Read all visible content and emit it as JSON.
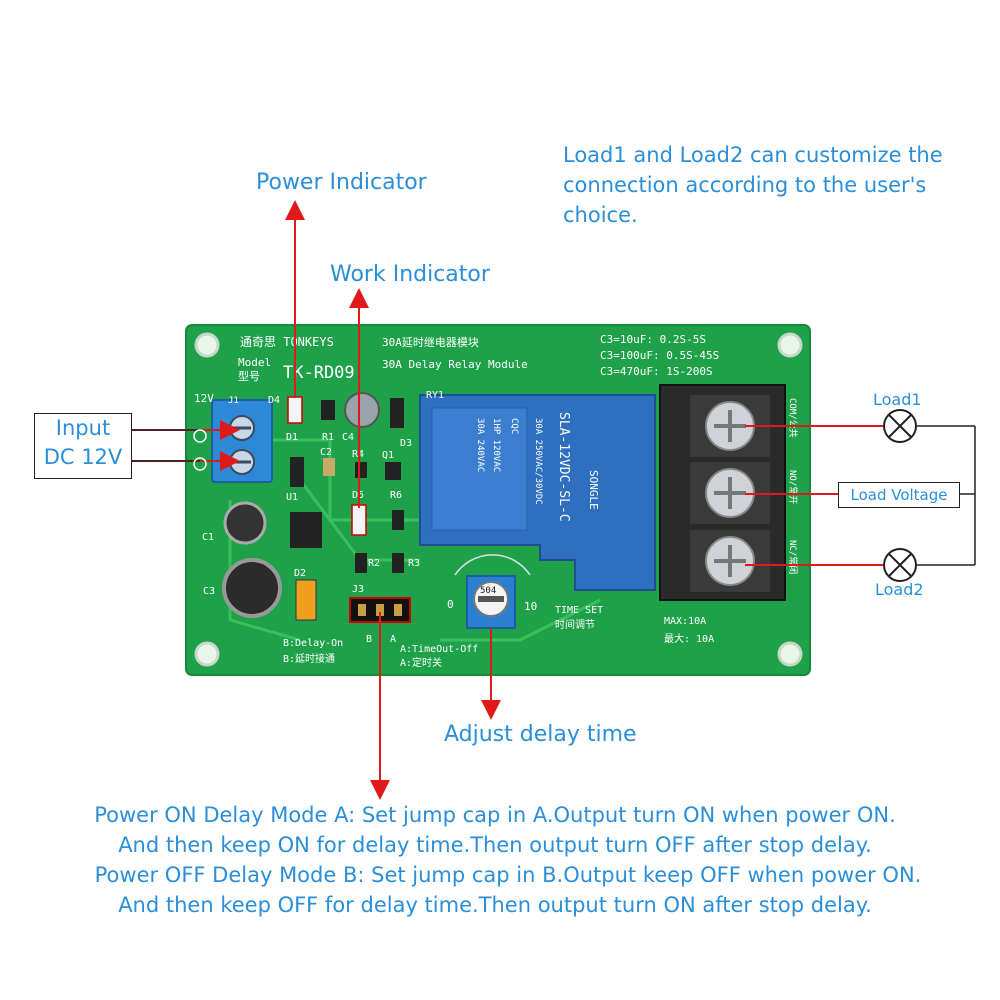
{
  "annotations": {
    "power_indicator": "Power Indicator",
    "work_indicator": "Work Indicator",
    "load_note_lines": [
      "Load1 and Load2 can customize the",
      "connection according to the user's",
      "choice."
    ],
    "input_line1": "Input",
    "input_line2": "DC 12V",
    "load1": "Load1",
    "load2": "Load2",
    "load_voltage": "Load Voltage",
    "adjust_delay": "Adjust delay time"
  },
  "mode_description": [
    "Power ON Delay Mode A: Set jump cap in A.Output turn ON when power ON.",
    "And then keep ON for delay time.Then output turn OFF after stop delay.",
    "Power OFF Delay Mode B: Set jump cap in B.Output keep OFF when power ON.",
    "And then keep OFF for delay time.Then output turn ON after stop delay."
  ],
  "board": {
    "brand": "通奇思 TONKEYS",
    "model_en": "Model",
    "model_cn": "型号",
    "model_no": "TK-RD09",
    "title_cn": "30A延时继电器模块",
    "title_en": "30A Delay Relay Module",
    "c3_1": "C3=10uF: 0.2S-5S",
    "c3_2": "C3=100uF: 0.5S-45S",
    "c3_3": "C3=470uF: 1S-200S",
    "v12": "12V",
    "j1": "J1",
    "d4": "D4",
    "d1": "D1",
    "r1": "R1",
    "c4": "C4",
    "ry1": "RY1",
    "d3": "D3",
    "c2": "C2",
    "r4": "R4",
    "q1": "Q1",
    "d5": "D5",
    "r6": "R6",
    "u1": "U1",
    "c1": "C1",
    "r2": "R2",
    "r3": "R3",
    "d2": "D2",
    "c3": "C3",
    "j3": "J3",
    "b": "B",
    "a": "A",
    "delay_on": "B:Delay-On",
    "delay_on_cn": "B:延时接通",
    "timeout_off": "A:TimeOut-Off",
    "timeout_off_cn": "A:定时关",
    "zero": "0",
    "ten": "10",
    "time_set": "TIME SET",
    "time_set_cn": "时间调节",
    "max": "MAX:10A",
    "max_cn": "最大: 10A",
    "relay_model": "SLA-12VDC-SL-C",
    "relay_brand": "SONGLE",
    "relay_spec1": "30A 250VAC/30VDC",
    "relay_spec2": "1HP 120VAC",
    "relay_spec3": "30A 240VAC",
    "cqc": "CQC",
    "pot_value": "504",
    "com": "COM/公共",
    "no": "NO/常开",
    "nc": "NC/常闭"
  },
  "colors": {
    "accent": "#2a8fd8",
    "pcb": "#1fa14a",
    "relay": "#2f6fc0",
    "arrow": "#e01a1a"
  }
}
